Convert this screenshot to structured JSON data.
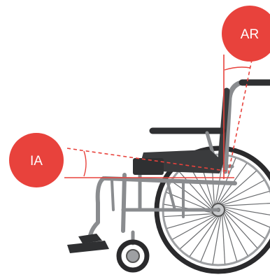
{
  "labels": {
    "seat_angle": "IA",
    "backrest_angle": "AR"
  },
  "icons": [
    "wheelchair-illustration",
    "angle-arc"
  ],
  "colors": {
    "accent": "#e8423c",
    "frame": "#8a8c8f",
    "frame_dark": "#3a3b3d",
    "tire": "#2a2a2c",
    "background": "#ffffff"
  }
}
